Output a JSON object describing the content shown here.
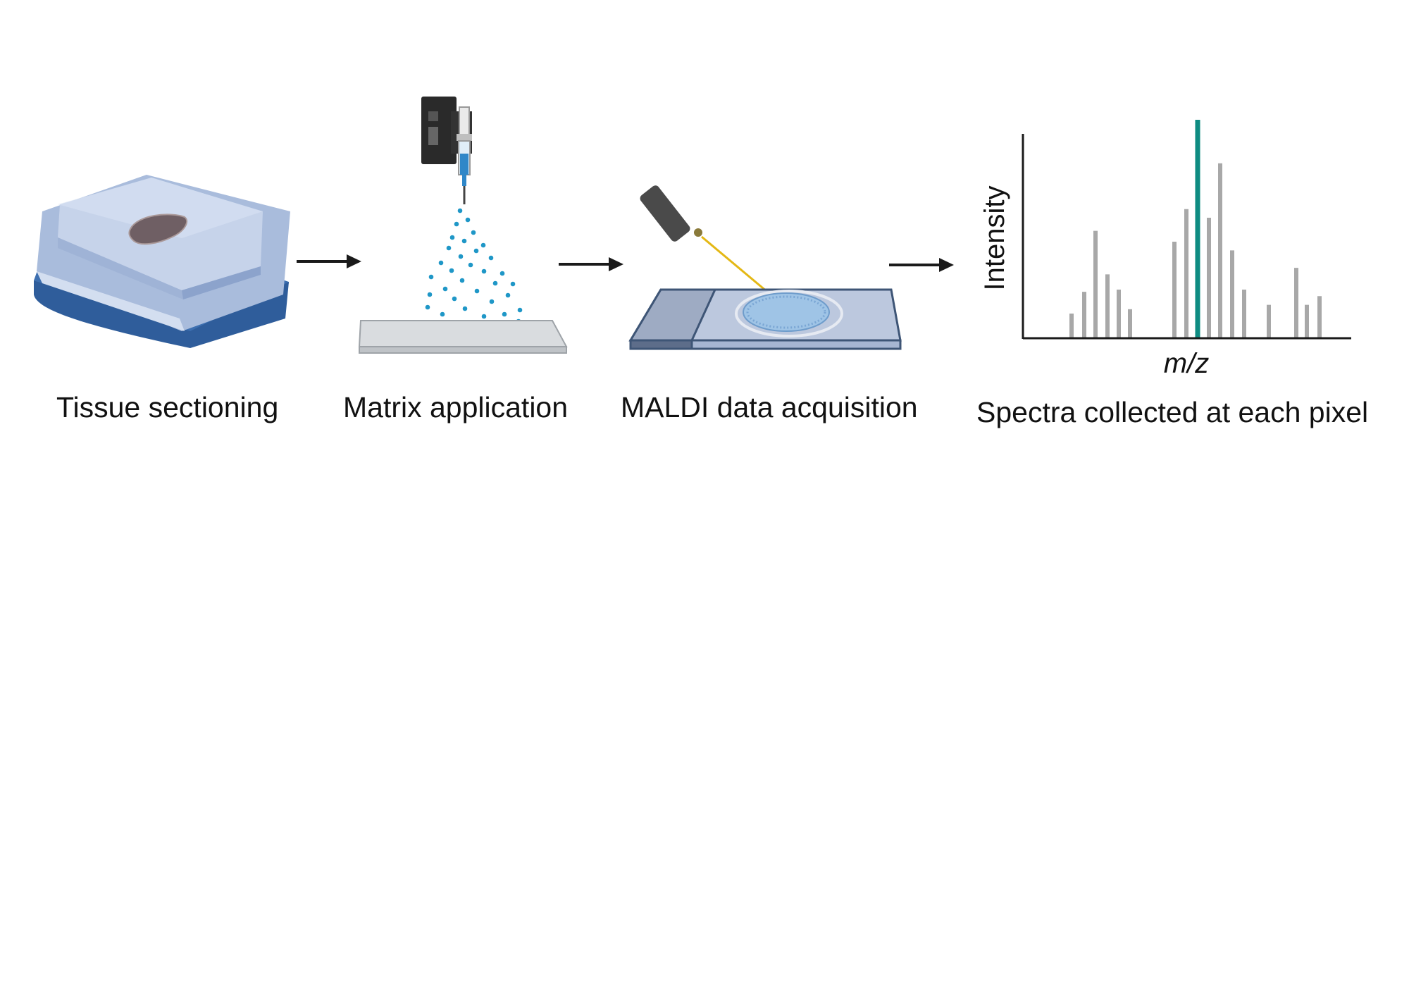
{
  "steps": [
    {
      "label": "Tissue sectioning"
    },
    {
      "label": "Matrix application"
    },
    {
      "label": "MALDI data acquisition"
    },
    {
      "label": "Spectra collected at each pixel"
    }
  ],
  "spectrum": {
    "y_axis_label": "Intensity",
    "x_axis_label": "m/z",
    "highlight_color": "#0e8c82",
    "peak_color": "#a8a8a8",
    "peaks": [
      {
        "intensity": 0.11,
        "highlight": false
      },
      {
        "intensity": 0.21,
        "highlight": false
      },
      {
        "intensity": 0.49,
        "highlight": false
      },
      {
        "intensity": 0.29,
        "highlight": false
      },
      {
        "intensity": 0.22,
        "highlight": false
      },
      {
        "intensity": 0.13,
        "highlight": false
      },
      {
        "intensity": 0.44,
        "highlight": false
      },
      {
        "intensity": 0.59,
        "highlight": false
      },
      {
        "intensity": 1.0,
        "highlight": true
      },
      {
        "intensity": 0.55,
        "highlight": false
      },
      {
        "intensity": 0.8,
        "highlight": false
      },
      {
        "intensity": 0.4,
        "highlight": false
      },
      {
        "intensity": 0.22,
        "highlight": false
      },
      {
        "intensity": 0.15,
        "highlight": false
      },
      {
        "intensity": 0.32,
        "highlight": false
      },
      {
        "intensity": 0.15,
        "highlight": false
      },
      {
        "intensity": 0.19,
        "highlight": false
      }
    ]
  },
  "colors": {
    "arrow": "#1a1a1a",
    "cryostat_dark": "#3d6fb0",
    "cryostat_light": "#bccbe4",
    "tissue": "#6f5f64",
    "matrix_droplet": "#1f97c7",
    "slide_frame": "#3e5576",
    "laser_beam": "#e4b815"
  }
}
